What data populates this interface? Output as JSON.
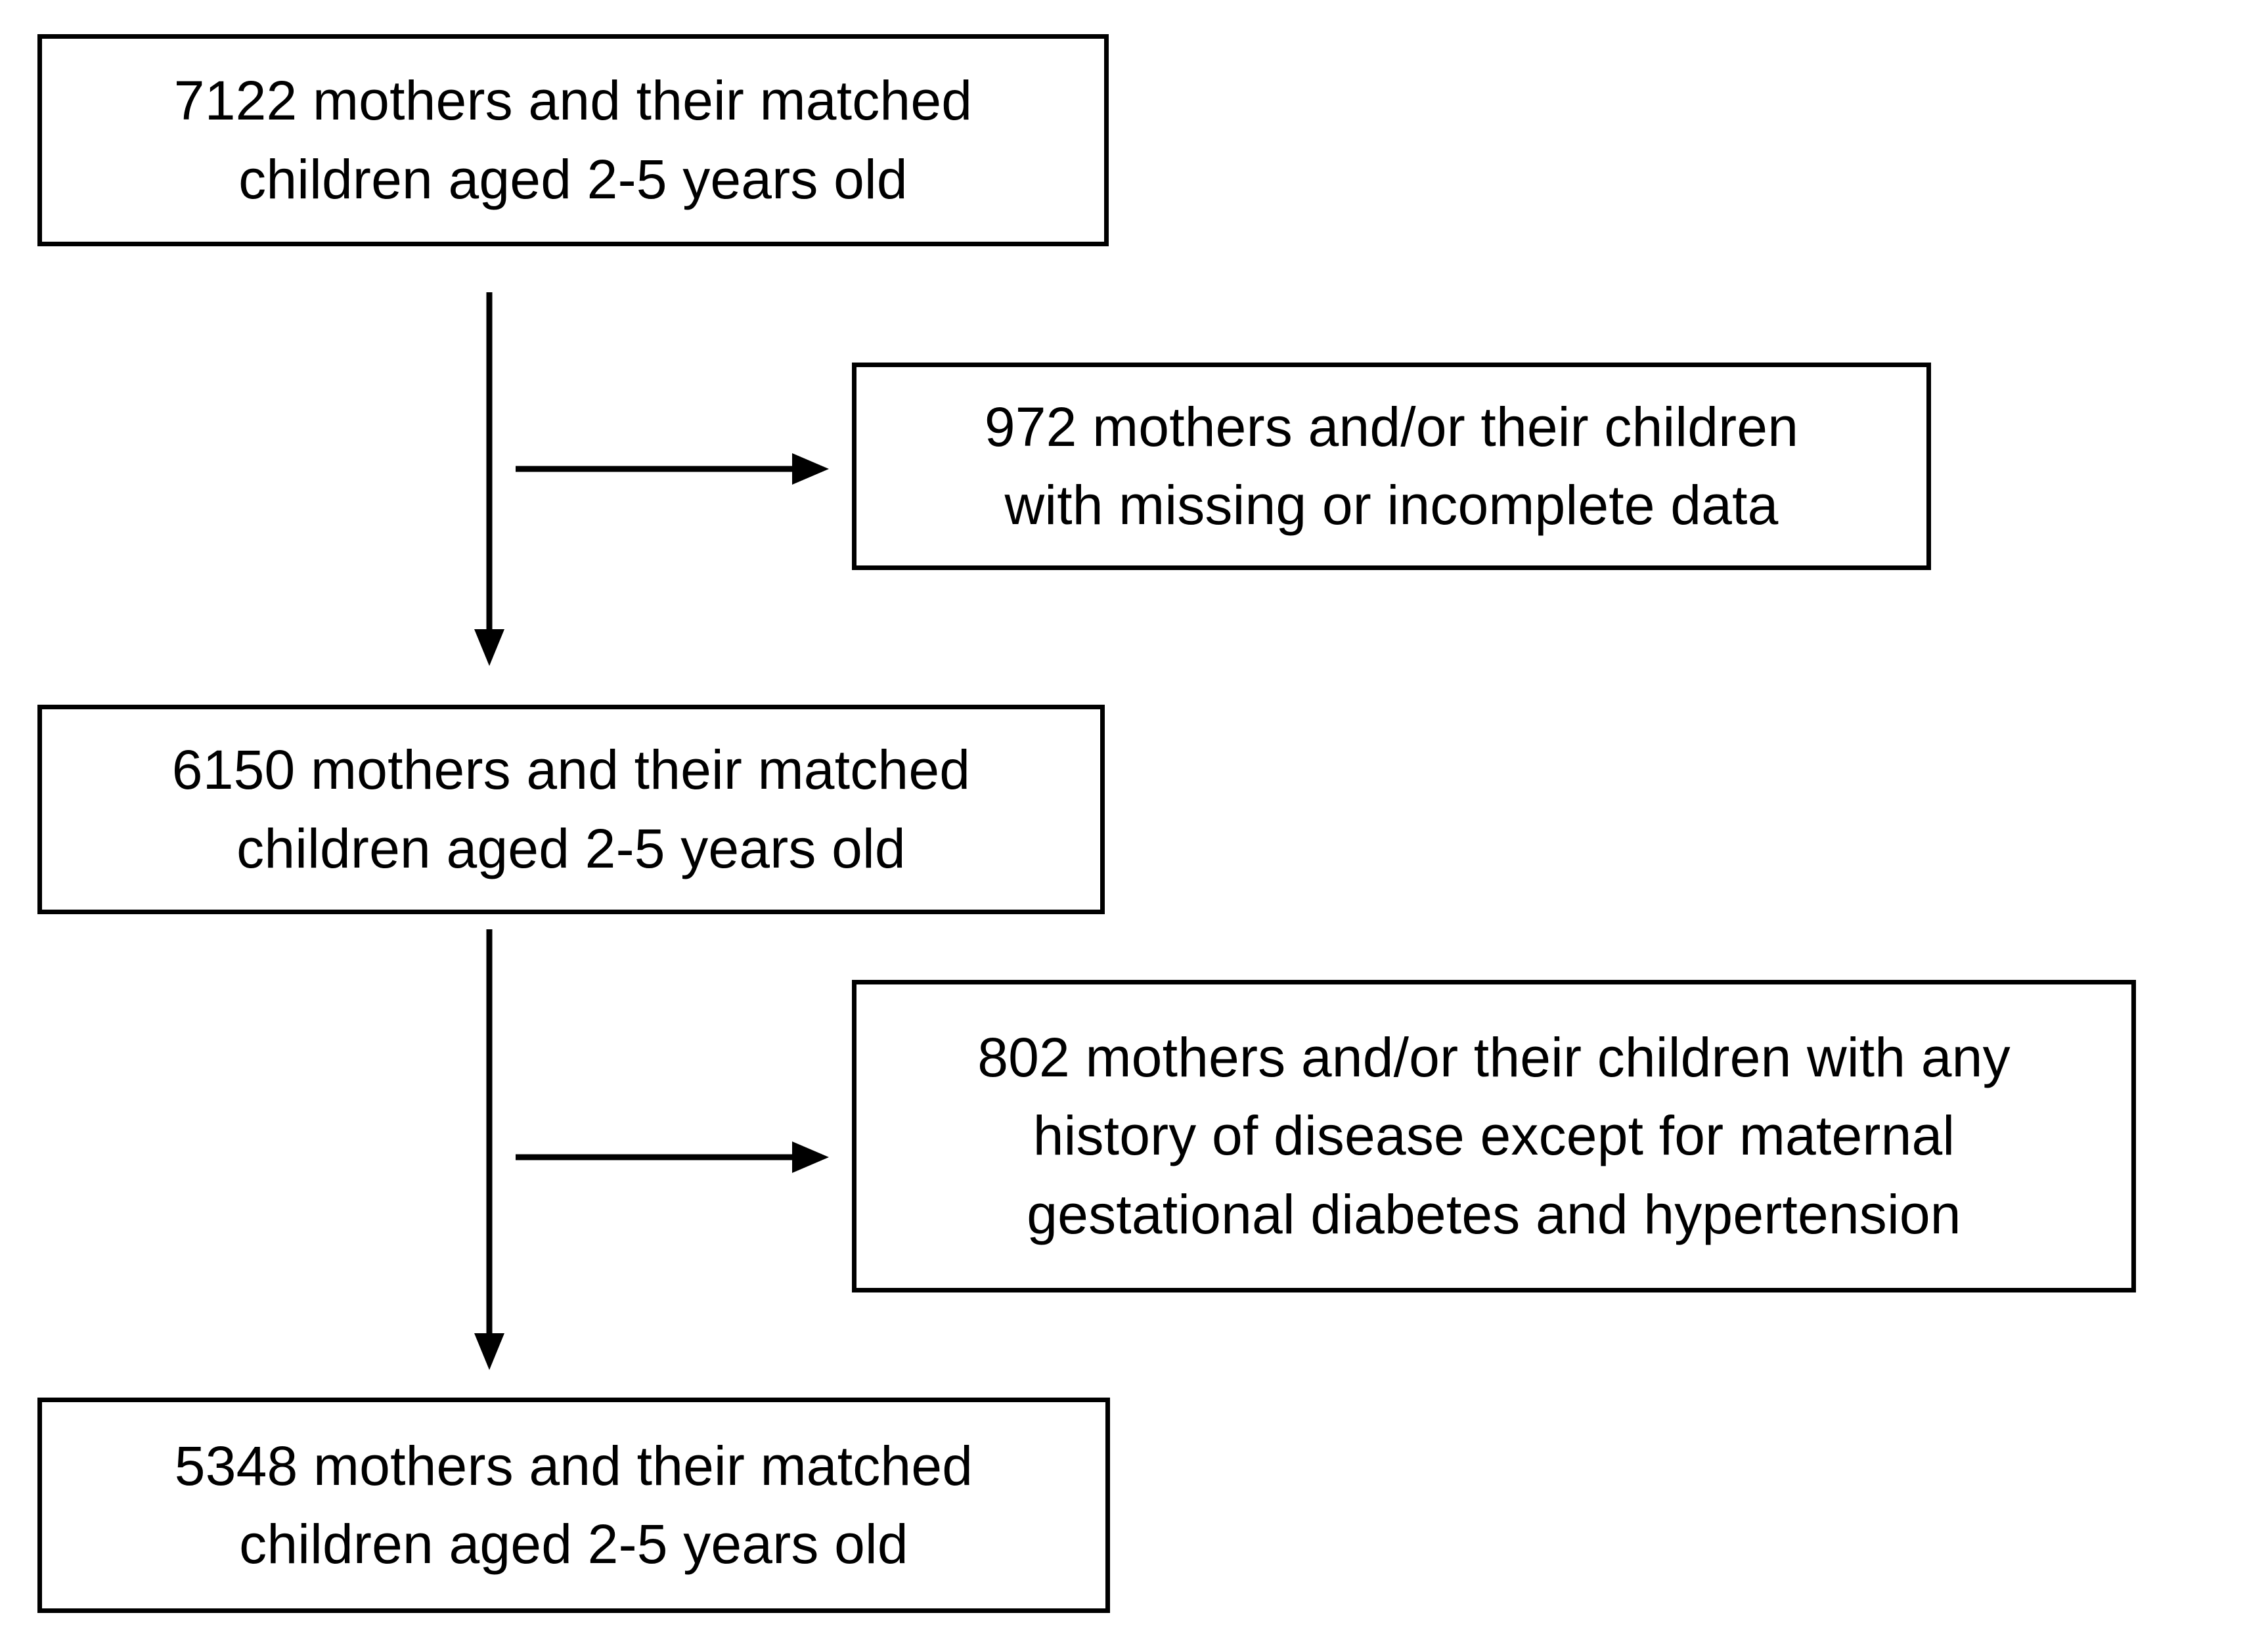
{
  "diagram": {
    "type": "participant-flow-diagram",
    "orientation": "vertical-with-right-exclusions",
    "line_color": "#000000",
    "box_fill": "#ffffff",
    "background": "#ffffff"
  },
  "boxes": [
    {
      "id": "cohort-initial",
      "role": "cohort",
      "count": 7122,
      "lines": [
        "7122 mothers and their matched",
        "children aged 2-5 years old"
      ]
    },
    {
      "id": "exclusion-missing-data",
      "role": "exclusion",
      "count": 972,
      "lines": [
        "972 mothers and/or their children",
        "with missing or incomplete data"
      ]
    },
    {
      "id": "cohort-after-missing",
      "role": "cohort",
      "count": 6150,
      "lines": [
        "6150 mothers and their matched",
        "children aged 2-5 years old"
      ]
    },
    {
      "id": "exclusion-disease-history",
      "role": "exclusion",
      "count": 802,
      "lines": [
        "802 mothers and/or their children with any",
        "history of disease except for maternal",
        "gestational diabetes and hypertension"
      ]
    },
    {
      "id": "cohort-final",
      "role": "cohort",
      "count": 5348,
      "lines": [
        "5348 mothers and their matched",
        "children aged 2-5 years old"
      ]
    }
  ],
  "connectors": [
    {
      "id": "flow-initial-to-after-missing",
      "kind": "vertical-arrow",
      "from": "cohort-initial",
      "to": "cohort-after-missing"
    },
    {
      "id": "branch-to-missing-exclusion",
      "kind": "horizontal-arrow",
      "from": "flow-initial-to-after-missing",
      "to": "exclusion-missing-data"
    },
    {
      "id": "flow-after-missing-to-final",
      "kind": "vertical-arrow",
      "from": "cohort-after-missing",
      "to": "cohort-final"
    },
    {
      "id": "branch-to-disease-exclusion",
      "kind": "horizontal-arrow",
      "from": "flow-after-missing-to-final",
      "to": "exclusion-disease-history"
    }
  ]
}
